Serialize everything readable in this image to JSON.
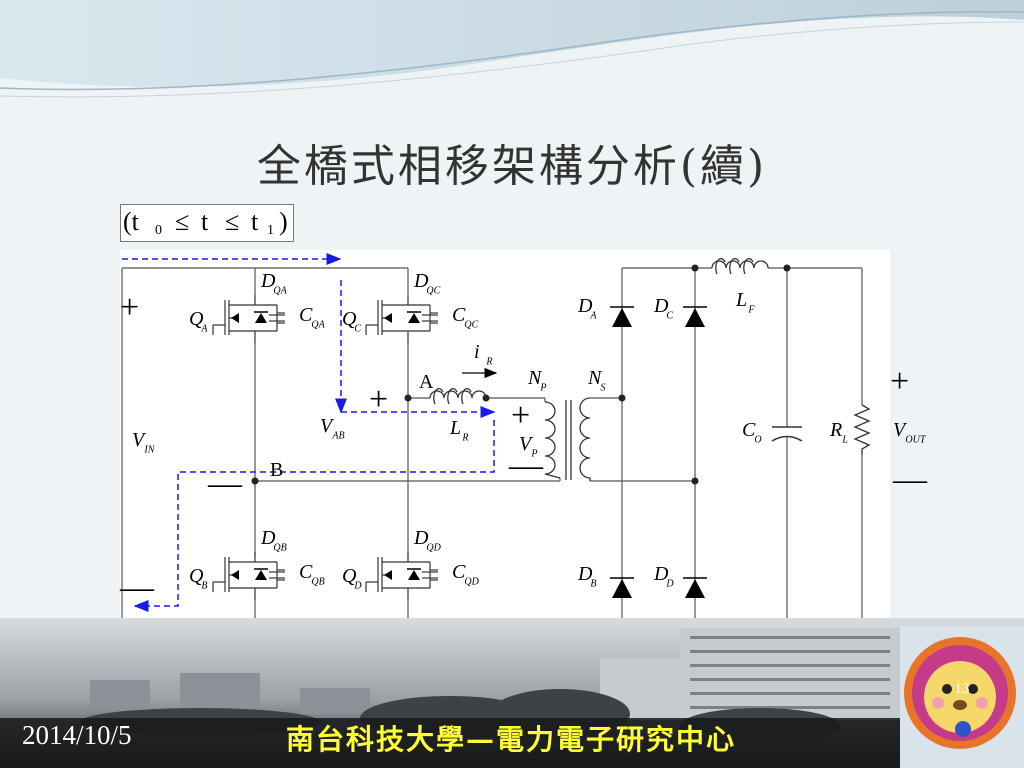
{
  "slide": {
    "title": "全橋式相移架構分析(續)",
    "date": "2014/10/5",
    "organization": "南台科技大學—電力電子研究中心",
    "page_number": "13"
  },
  "time_condition": {
    "open": "(t",
    "sub0": "0",
    "le1": "≤",
    "t": "t",
    "le2": "≤",
    "t2": "t",
    "sub1": "1",
    "close": ")"
  },
  "circuit": {
    "switches": [
      {
        "q": "Q",
        "q_sub": "A",
        "d": "D",
        "d_sub": "QA",
        "c": "C",
        "c_sub": "QA"
      },
      {
        "q": "Q",
        "q_sub": "C",
        "d": "D",
        "d_sub": "QC",
        "c": "C",
        "c_sub": "QC"
      },
      {
        "q": "Q",
        "q_sub": "B",
        "d": "D",
        "d_sub": "QB",
        "c": "C",
        "c_sub": "QB"
      },
      {
        "q": "Q",
        "q_sub": "D",
        "d": "D",
        "d_sub": "QD",
        "c": "C",
        "c_sub": "QD"
      }
    ],
    "rectifier_diodes": [
      {
        "d": "D",
        "sub": "A"
      },
      {
        "d": "D",
        "sub": "C"
      },
      {
        "d": "D",
        "sub": "B"
      },
      {
        "d": "D",
        "sub": "D"
      }
    ],
    "labels": {
      "vin": "V",
      "vin_sub": "IN",
      "vab": "V",
      "vab_sub": "AB",
      "node_a": "A",
      "node_b": "B",
      "ir": "i",
      "ir_sub": "R",
      "lr": "L",
      "lr_sub": "R",
      "np": "N",
      "np_sub": "P",
      "ns": "N",
      "ns_sub": "S",
      "vp": "V",
      "vp_sub": "P",
      "lf": "L",
      "lf_sub": "F",
      "co": "C",
      "co_sub": "O",
      "rl": "R",
      "rl_sub": "L",
      "vout": "V",
      "vout_sub": "OUT",
      "plus": "+",
      "minus": "—"
    }
  },
  "colors": {
    "current_path": "#1a1ae6",
    "wire": "#555555",
    "title": "#333333",
    "org_text": "#ffff33"
  }
}
